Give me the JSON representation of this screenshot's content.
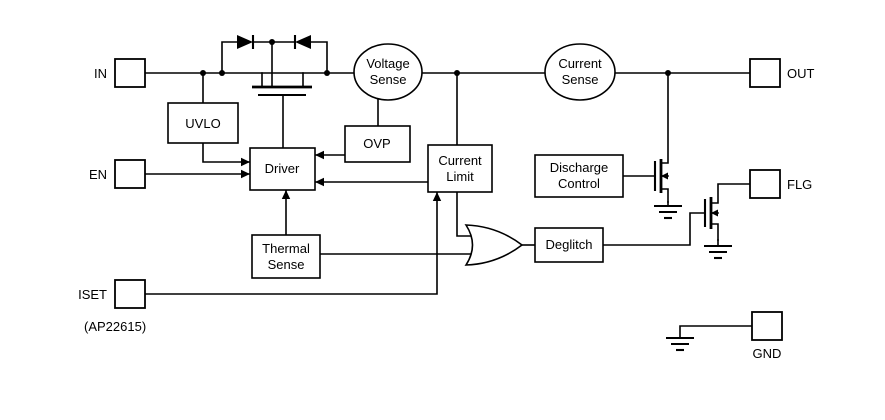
{
  "part": "(AP22615)",
  "pins": {
    "in": "IN",
    "en": "EN",
    "iset": "ISET",
    "out": "OUT",
    "flg": "FLG",
    "gnd": "GND"
  },
  "blocks": {
    "uvlo": "UVLO",
    "driver": "Driver",
    "ovp": "OVP",
    "current_limit": {
      "l1": "Current",
      "l2": "Limit"
    },
    "thermal_sense": {
      "l1": "Thermal",
      "l2": "Sense"
    },
    "voltage_sense": {
      "l1": "Voltage",
      "l2": "Sense"
    },
    "current_sense": {
      "l1": "Current",
      "l2": "Sense"
    },
    "discharge_control": {
      "l1": "Discharge",
      "l2": "Control"
    },
    "deglitch": "Deglitch"
  },
  "colors": {
    "line": "#000000",
    "fill": "#ffffff",
    "text": "#000000"
  }
}
